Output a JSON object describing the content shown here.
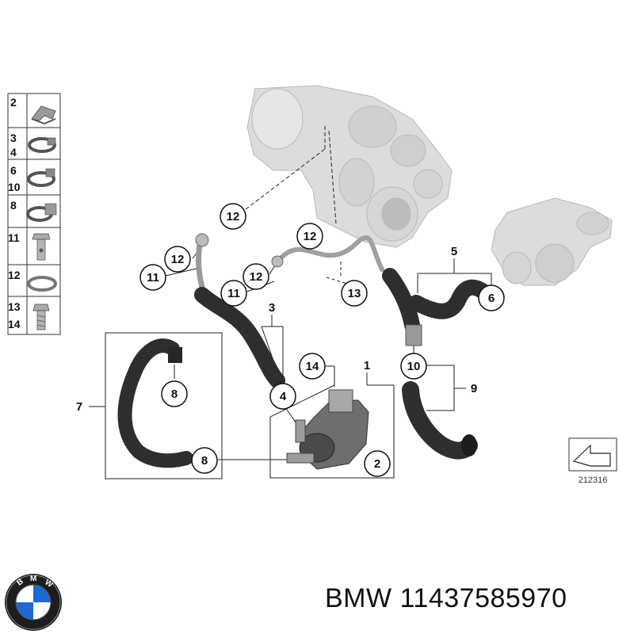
{
  "legend": {
    "rows": [
      {
        "nums": [
          "2"
        ],
        "icon": "spring-clip-icon"
      },
      {
        "nums": [
          "3",
          "4"
        ],
        "icon": "hose-clamp-icon"
      },
      {
        "nums": [
          "6",
          "10"
        ],
        "icon": "hose-clamp-icon"
      },
      {
        "nums": [
          "8"
        ],
        "icon": "hose-clamp-icon"
      },
      {
        "nums": [
          "11"
        ],
        "icon": "banjo-bolt-icon"
      },
      {
        "nums": [
          "12"
        ],
        "icon": "seal-ring-icon"
      },
      {
        "nums": [
          "13",
          "14"
        ],
        "icon": "flange-bolt-icon"
      }
    ]
  },
  "callouts": {
    "c12a": "12",
    "c12b": "12",
    "c12c": "12",
    "c12d": "12",
    "c11a": "11",
    "c11b": "11",
    "c13": "13",
    "c6": "6",
    "c4": "4",
    "c14": "14",
    "c10": "10",
    "c8a": "8",
    "c8b": "8",
    "c2": "2"
  },
  "labels": {
    "l3": "3",
    "l5": "5",
    "l1": "1",
    "l7": "7",
    "l9": "9"
  },
  "image_number": "212316",
  "brand": {
    "name": "BMW",
    "part_number": "11437585970"
  }
}
